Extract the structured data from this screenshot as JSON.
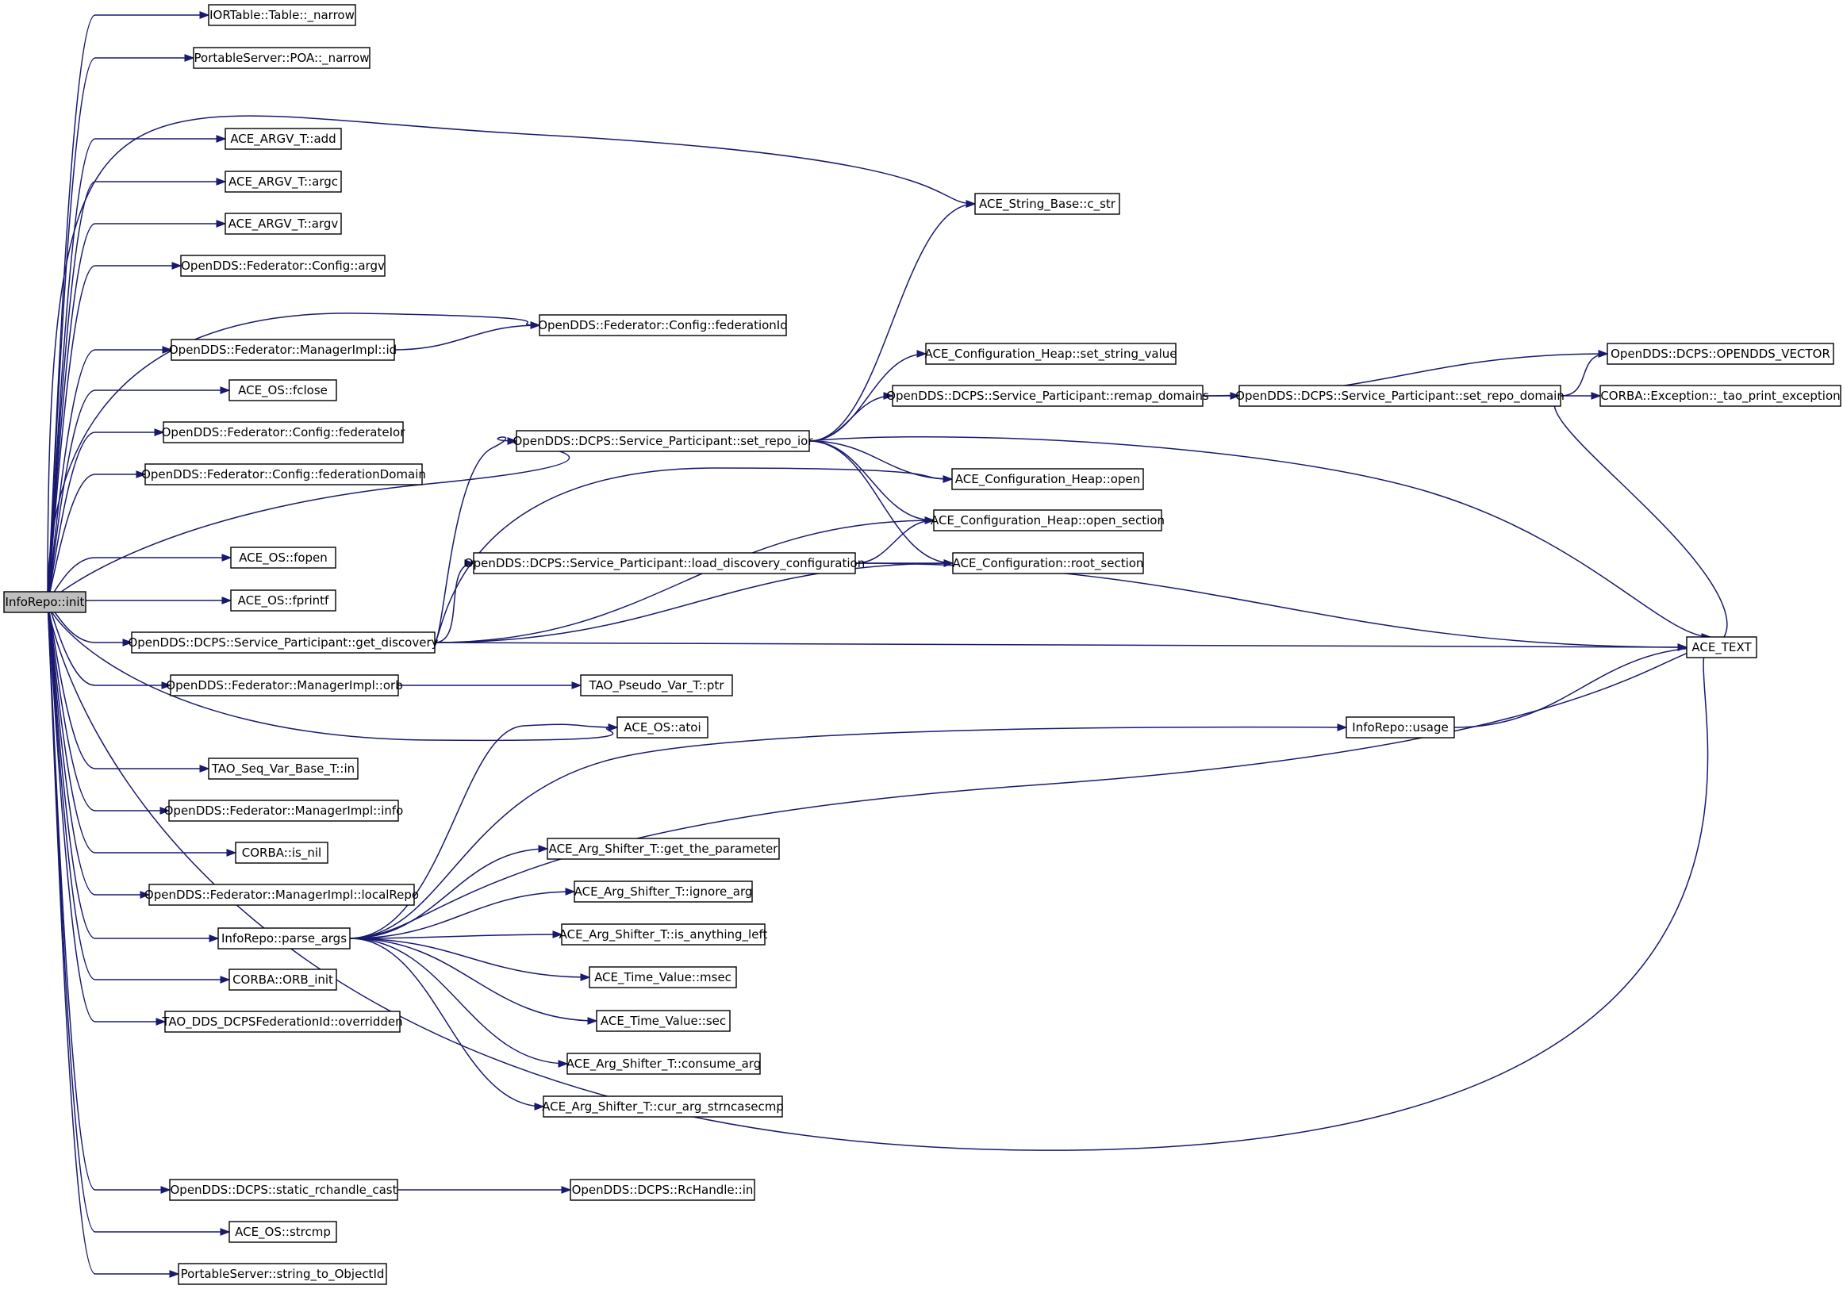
{
  "graph": {
    "colors": {
      "edge": "#191970",
      "node_border": "#000000",
      "node_fill": "#ffffff",
      "root_fill": "#bfbfbf"
    },
    "nodes": {
      "root": "InfoRepo::init",
      "iortable_narrow": "IORTable::Table::_narrow",
      "poa_narrow": "PortableServer::POA::_narrow",
      "argv_add": "ACE_ARGV_T::add",
      "argv_argc": "ACE_ARGV_T::argc",
      "argv_argv": "ACE_ARGV_T::argv",
      "config_argv": "OpenDDS::Federator::Config::argv",
      "config_federationid": "OpenDDS::Federator::Config::federationId",
      "manager_id": "OpenDDS::Federator::ManagerImpl::id",
      "os_fclose": "ACE_OS::fclose",
      "config_federateior": "OpenDDS::Federator::Config::federateIor",
      "config_federationdomain": "OpenDDS::Federator::Config::federationDomain",
      "os_fopen": "ACE_OS::fopen",
      "os_fprintf": "ACE_OS::fprintf",
      "get_discovery": "OpenDDS::DCPS::Service_Participant::get_discovery",
      "manager_orb": "OpenDDS::Federator::ManagerImpl::orb",
      "os_atoi": "ACE_OS::atoi",
      "seq_var_in": "TAO_Seq_Var_Base_T::in",
      "manager_info": "OpenDDS::Federator::ManagerImpl::info",
      "corba_is_nil": "CORBA::is_nil",
      "manager_localrepo": "OpenDDS::Federator::ManagerImpl::localRepo",
      "parse_args": "InfoRepo::parse_args",
      "corba_orb_init": "CORBA::ORB_init",
      "fed_overridden": "TAO_DDS_DCPSFederationId::overridden",
      "static_rchandle_cast": "OpenDDS::DCPS::static_rchandle_cast",
      "os_strcmp": "ACE_OS::strcmp",
      "string_to_objectid": "PortableServer::string_to_ObjectId",
      "string_c_str": "ACE_String_Base::c_str",
      "set_repo_ior": "OpenDDS::DCPS::Service_Participant::set_repo_ior",
      "load_discovery_configuration": "OpenDDS::DCPS::Service_Participant::load_discovery_configuration",
      "pseudo_var_ptr": "TAO_Pseudo_Var_T::ptr",
      "get_the_parameter": "ACE_Arg_Shifter_T::get_the_parameter",
      "ignore_arg": "ACE_Arg_Shifter_T::ignore_arg",
      "is_anything_left": "ACE_Arg_Shifter_T::is_anything_left",
      "time_msec": "ACE_Time_Value::msec",
      "time_sec": "ACE_Time_Value::sec",
      "consume_arg": "ACE_Arg_Shifter_T::consume_arg",
      "cur_arg_strncasecmp": "ACE_Arg_Shifter_T::cur_arg_strncasecmp",
      "rchandle_in": "OpenDDS::DCPS::RcHandle::in",
      "heap_set_string_value": "ACE_Configuration_Heap::set_string_value",
      "remap_domains": "OpenDDS::DCPS::Service_Participant::remap_domains",
      "heap_open": "ACE_Configuration_Heap::open",
      "heap_open_section": "ACE_Configuration_Heap::open_section",
      "config_root_section": "ACE_Configuration::root_section",
      "inforepo_usage": "InfoRepo::usage",
      "set_repo_domain": "OpenDDS::DCPS::Service_Participant::set_repo_domain",
      "opendds_vector": "OpenDDS::DCPS::OPENDDS_VECTOR",
      "tao_print_exception": "CORBA::Exception::_tao_print_exception",
      "ace_text": "ACE_TEXT"
    },
    "edges": [
      [
        "root",
        "iortable_narrow"
      ],
      [
        "root",
        "poa_narrow"
      ],
      [
        "root",
        "string_c_str"
      ],
      [
        "root",
        "argv_add"
      ],
      [
        "root",
        "argv_argc"
      ],
      [
        "root",
        "argv_argv"
      ],
      [
        "root",
        "config_argv"
      ],
      [
        "root",
        "config_federationid"
      ],
      [
        "root",
        "manager_id"
      ],
      [
        "root",
        "os_fclose"
      ],
      [
        "root",
        "config_federateior"
      ],
      [
        "root",
        "config_federationdomain"
      ],
      [
        "root",
        "set_repo_ior"
      ],
      [
        "root",
        "os_fopen"
      ],
      [
        "root",
        "os_fprintf"
      ],
      [
        "root",
        "get_discovery"
      ],
      [
        "root",
        "manager_orb"
      ],
      [
        "root",
        "os_atoi"
      ],
      [
        "root",
        "seq_var_in"
      ],
      [
        "root",
        "manager_info"
      ],
      [
        "root",
        "corba_is_nil"
      ],
      [
        "root",
        "manager_localrepo"
      ],
      [
        "root",
        "parse_args"
      ],
      [
        "root",
        "corba_orb_init"
      ],
      [
        "root",
        "fed_overridden"
      ],
      [
        "root",
        "ace_text"
      ],
      [
        "root",
        "static_rchandle_cast"
      ],
      [
        "root",
        "os_strcmp"
      ],
      [
        "root",
        "string_to_objectid"
      ],
      [
        "manager_id",
        "config_federationid"
      ],
      [
        "set_repo_ior",
        "string_c_str"
      ],
      [
        "set_repo_ior",
        "heap_set_string_value"
      ],
      [
        "set_repo_ior",
        "remap_domains"
      ],
      [
        "set_repo_ior",
        "heap_open"
      ],
      [
        "set_repo_ior",
        "heap_open_section"
      ],
      [
        "set_repo_ior",
        "config_root_section"
      ],
      [
        "set_repo_ior",
        "ace_text"
      ],
      [
        "remap_domains",
        "opendds_vector"
      ],
      [
        "remap_domains",
        "set_repo_domain"
      ],
      [
        "set_repo_domain",
        "opendds_vector"
      ],
      [
        "set_repo_domain",
        "tao_print_exception"
      ],
      [
        "set_repo_domain",
        "ace_text"
      ],
      [
        "get_discovery",
        "set_repo_ior"
      ],
      [
        "get_discovery",
        "heap_open"
      ],
      [
        "get_discovery",
        "heap_open_section"
      ],
      [
        "get_discovery",
        "load_discovery_configuration"
      ],
      [
        "get_discovery",
        "config_root_section"
      ],
      [
        "get_discovery",
        "ace_text"
      ],
      [
        "load_discovery_configuration",
        "heap_open_section"
      ],
      [
        "load_discovery_configuration",
        "config_root_section"
      ],
      [
        "load_discovery_configuration",
        "ace_text"
      ],
      [
        "manager_orb",
        "pseudo_var_ptr"
      ],
      [
        "parse_args",
        "os_atoi"
      ],
      [
        "parse_args",
        "inforepo_usage"
      ],
      [
        "parse_args",
        "ace_text"
      ],
      [
        "parse_args",
        "get_the_parameter"
      ],
      [
        "parse_args",
        "ignore_arg"
      ],
      [
        "parse_args",
        "is_anything_left"
      ],
      [
        "parse_args",
        "time_msec"
      ],
      [
        "parse_args",
        "time_sec"
      ],
      [
        "parse_args",
        "consume_arg"
      ],
      [
        "parse_args",
        "cur_arg_strncasecmp"
      ],
      [
        "inforepo_usage",
        "ace_text"
      ],
      [
        "static_rchandle_cast",
        "rchandle_in"
      ]
    ]
  }
}
